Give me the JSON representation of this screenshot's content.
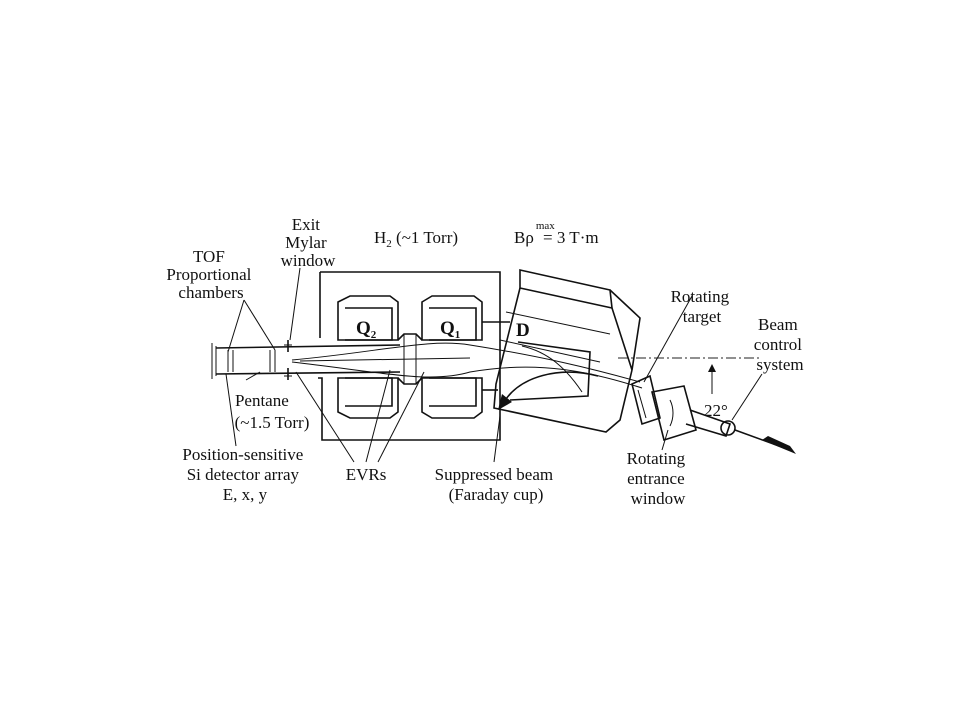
{
  "labels": {
    "tof": [
      "TOF",
      "Proportional",
      "chambers"
    ],
    "exit_window": [
      "Exit",
      "Mylar",
      "window"
    ],
    "h2_prefix": "H",
    "h2_sub": "2",
    "h2_suffix": " (~1 Torr)",
    "brho_prefix": "Bρ",
    "brho_sup": "max",
    "brho_suffix": "= 3 T·m",
    "q2_letter": "Q",
    "q2_sub": "2",
    "q1_letter": "Q",
    "q1_sub": "1",
    "dipole": "D",
    "rotating_target": [
      "Rotating",
      "target"
    ],
    "beam_control": [
      "Beam",
      "control",
      "system"
    ],
    "angle": "22°",
    "pentane": [
      "Pentane",
      "(~1.5 Torr)"
    ],
    "si_detector": [
      "Position-sensitive",
      "Si detector array",
      "E, x, y"
    ],
    "evrs": "EVRs",
    "suppressed_beam": [
      "Suppressed beam",
      "(Faraday cup)"
    ],
    "entrance_window": [
      "Rotating",
      "entrance",
      "window"
    ]
  }
}
